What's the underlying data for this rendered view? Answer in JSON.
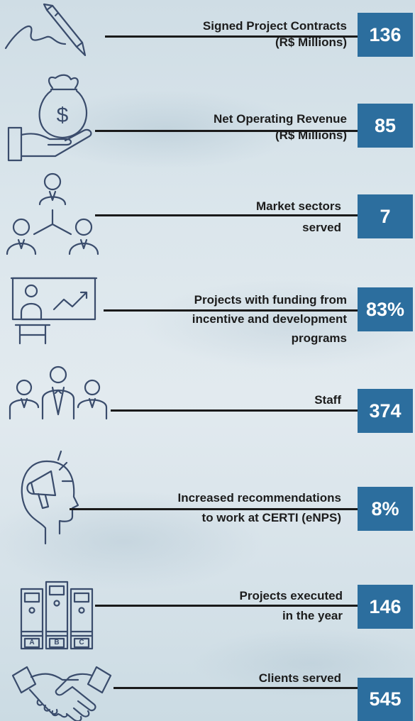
{
  "stats": [
    {
      "label": "Signed Project Contracts\n(R$ Millions)",
      "value": "136",
      "icon": "pen-signature-icon"
    },
    {
      "label": "Net Operating Revenue\n(R$ Millions)",
      "value": "85",
      "icon": "money-bag-hand-icon"
    },
    {
      "label": "Market sectors\nserved",
      "value": "7",
      "icon": "people-network-icon"
    },
    {
      "label": "Projects with funding from\nincentive and development\nprograms",
      "value": "83%",
      "icon": "presentation-chart-icon"
    },
    {
      "label": "Staff",
      "value": "374",
      "icon": "team-people-icon"
    },
    {
      "label": "Increased recommendations\nto work at CERTI (eNPS)",
      "value": "8%",
      "icon": "head-megaphone-icon"
    },
    {
      "label": "Projects executed\nin the year",
      "value": "146",
      "icon": "binders-icon"
    },
    {
      "label": "Clients served",
      "value": "545",
      "icon": "handshake-icon"
    }
  ],
  "binder_letters": [
    "A",
    "B",
    "C"
  ]
}
